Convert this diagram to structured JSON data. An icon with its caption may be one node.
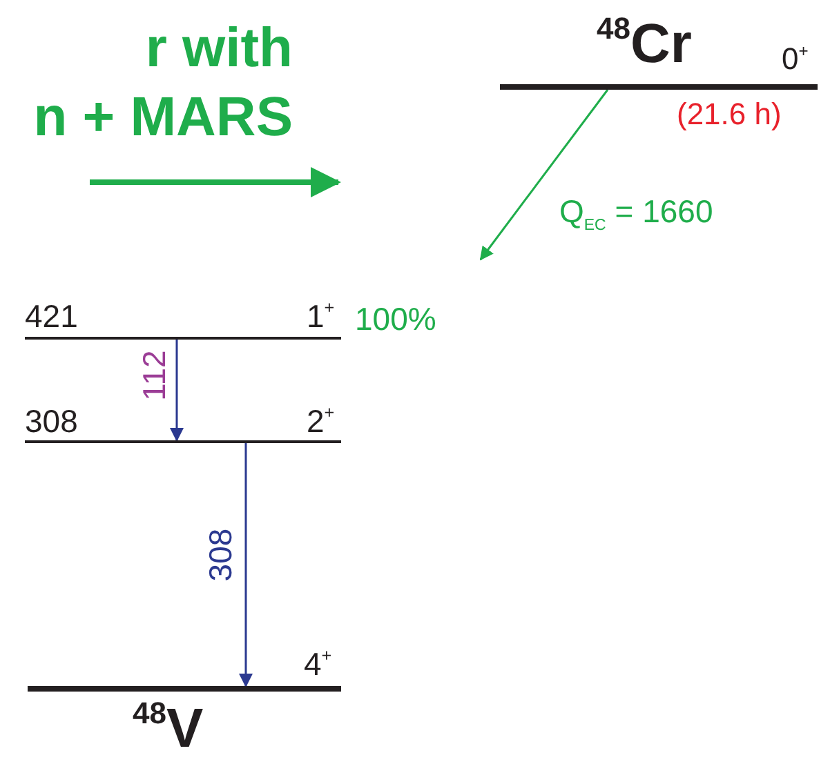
{
  "diagram": {
    "nodes": [
      {
        "text": [
          "$^{48}$Cr"
        ],
        "beside": [
          "0$^{+}$",
          "(21.6 h)"
        ]
      },
      {
        "text": [
          "421"
        ],
        "beside": [
          "1$^{+}$",
          "100%"
        ]
      },
      {
        "text": [
          "308"
        ],
        "beside": [
          "2$^{+}$"
        ]
      },
      {
        "text": [
          "$^{48}$V"
        ],
        "beside": [
          "4$^{+}$"
        ]
      }
    ],
    "edges": [
      {
        "from": 0,
        "to": null,
        "arrow": "to",
        "label": "Q$_{EC}$ = 1660",
        "color": "#1fad4b"
      },
      {
        "from": 1,
        "to": 2,
        "arrow": "to",
        "label": "112"
      },
      {
        "from": 2,
        "to": 3,
        "arrow": "to",
        "label": "308"
      }
    ],
    "labels": [
      "r with n + MARS"
    ]
  }
}
